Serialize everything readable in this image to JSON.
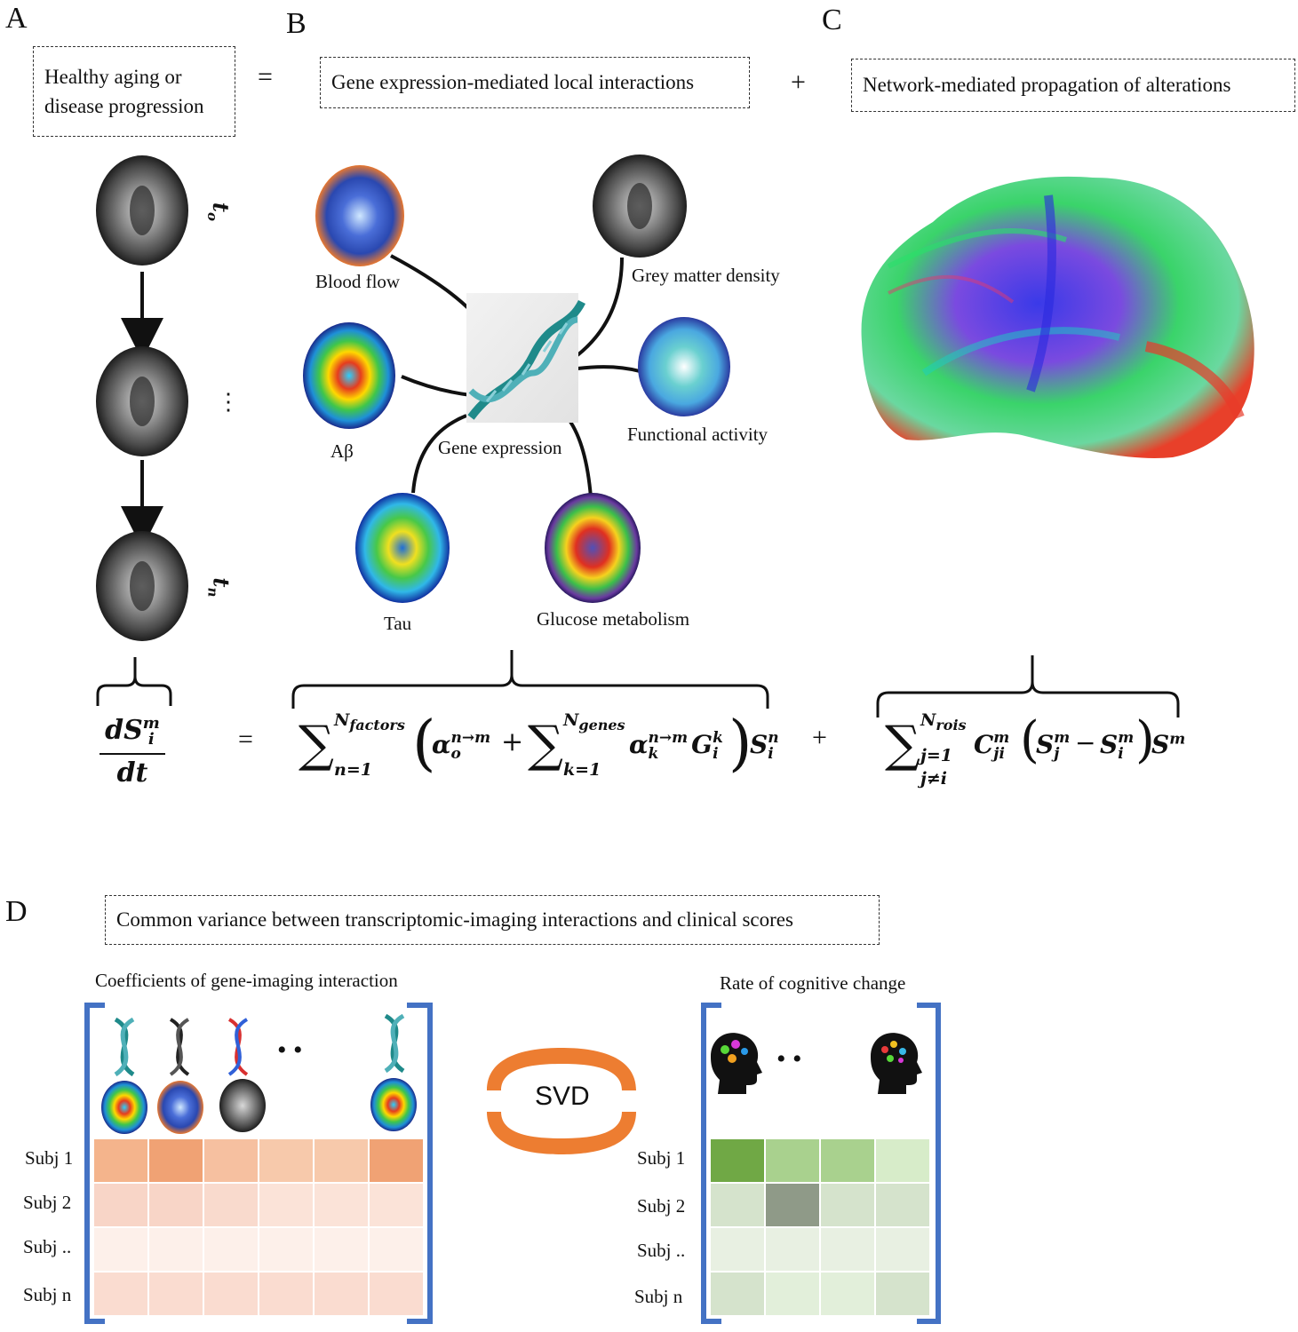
{
  "panels": {
    "a": {
      "letter": "A",
      "box_line1": "Healthy aging or",
      "box_line2": "disease progression",
      "t0": "t",
      "t0_sub": "o",
      "dots": "⋮",
      "tn": "t",
      "tn_sub": "n"
    },
    "b": {
      "letter": "B",
      "box": "Gene expression-mediated local interactions",
      "center_label": "Gene expression",
      "nodes": [
        "Blood flow",
        "Aβ",
        "Tau",
        "Glucose metabolism",
        "Functional activity",
        "Grey matter density"
      ]
    },
    "c": {
      "letter": "C",
      "box": "Network-mediated propagation of alterations"
    },
    "d": {
      "letter": "D",
      "box": "Common variance between transcriptomic-imaging interactions and clinical scores",
      "left_title": "Coefficients of gene-imaging interaction",
      "right_title": "Rate of cognitive change",
      "svd": "SVD",
      "rows": [
        "Subj 1",
        "Subj 2",
        "Subj ..",
        "Subj n"
      ],
      "dots": "•   •"
    }
  },
  "operators": {
    "eq1": "=",
    "plus1": "+",
    "eq2": "=",
    "plus2": "+"
  },
  "equation": {
    "lhs_num": "dS",
    "lhs_num_sup": "m",
    "lhs_num_sub": "i",
    "lhs_den": "dt",
    "sum1_upper": "N",
    "sum1_upper_sub": "factors",
    "sum1_lower": "n=1",
    "alpha0": "α",
    "alpha0_sup": "n→m",
    "alpha0_sub": "o",
    "sum2_upper": "N",
    "sum2_upper_sub": "genes",
    "sum2_lower": "k=1",
    "alphak": "α",
    "alphak_sup": "n→m",
    "alphak_sub": "k",
    "gene": "G",
    "gene_sup": "k",
    "gene_sub": "i",
    "sn": "S",
    "sn_sup": "n",
    "sn_sub": "i",
    "sum3_upper": "N",
    "sum3_upper_sub": "rois",
    "sum3_lower1": "j=1",
    "sum3_lower2": "j≠i",
    "c": "C",
    "c_sup": "m",
    "c_sub": "ji",
    "sj": "S",
    "sj_sup": "m",
    "sj_sub": "j",
    "minus": "−",
    "si": "S",
    "si_sup": "m",
    "si_sub": "i",
    "sm": "S",
    "sm_sup": "m"
  },
  "colors": {
    "bracket_blue": "#4472c4",
    "svd_orange": "#ed7d31",
    "dna_teal": "#1f8a8a",
    "heat_left_row1": [
      "#f4b48c",
      "#f0a274",
      "#f6c0a0",
      "#f7c9ab",
      "#f7c9ab",
      "#f0a274"
    ],
    "heat_left_row2": [
      "#f8d5c7",
      "#f8d5c7",
      "#f9dacd",
      "#fbe3d8",
      "#fbe3d8",
      "#fbe3d8"
    ],
    "heat_left_row3": [
      "#fdf0ea",
      "#fdf0ea",
      "#fdf0ea",
      "#fdf0ea",
      "#fdf0ea",
      "#fdf0ea"
    ],
    "heat_left_row4": [
      "#fadcd0",
      "#fadcd0",
      "#fadcd0",
      "#fadcd0",
      "#fadcd0",
      "#fadcd0"
    ],
    "heat_right_row1": [
      "#70a845",
      "#a9d18e",
      "#a9d18e",
      "#d7ecc9"
    ],
    "heat_right_row2": [
      "#d5e3cc",
      "#8f9a88",
      "#d5e3cc",
      "#d5e3cc"
    ],
    "heat_right_row3": [
      "#e8f0e2",
      "#e8f0e2",
      "#e8f0e2",
      "#e8f0e2"
    ],
    "heat_right_row4": [
      "#d5e3cc",
      "#e2efda",
      "#e2efda",
      "#d5e3cc"
    ]
  }
}
